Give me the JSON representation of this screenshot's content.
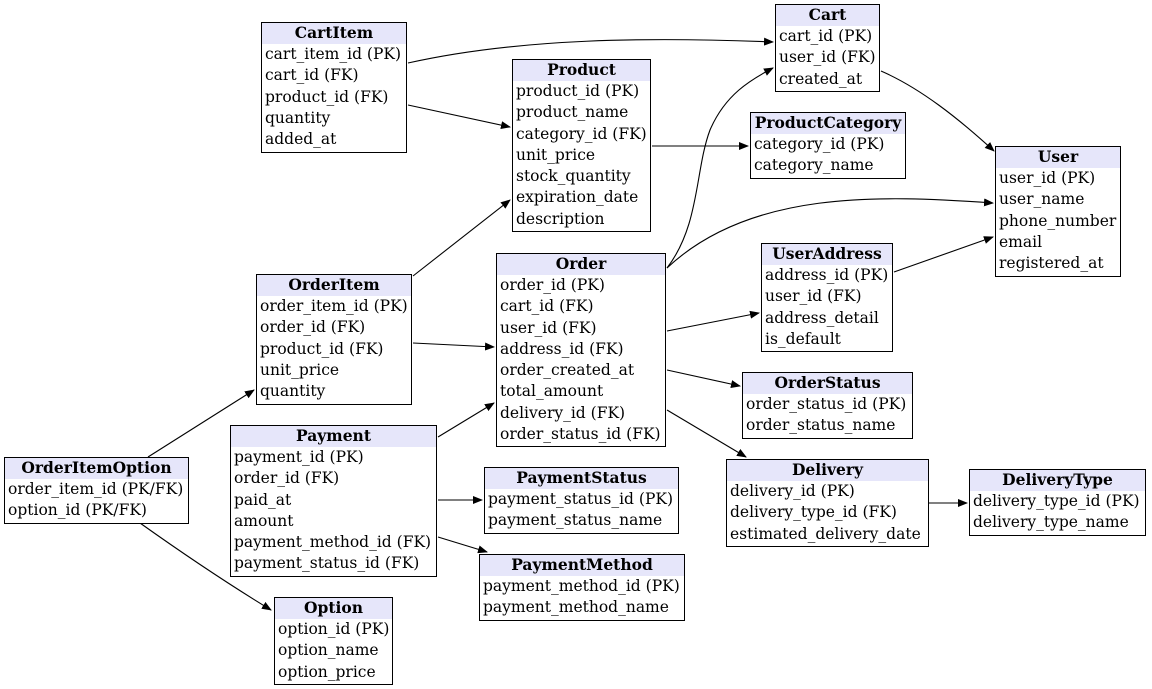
{
  "colors": {
    "header_fill": "#e6e6fa",
    "border": "#000000",
    "edge": "#000000",
    "background": "#ffffff"
  },
  "entities": [
    {
      "id": "CartItem",
      "title": "CartItem",
      "fields": [
        "cart_item_id (PK)",
        "cart_id (FK)",
        "product_id (FK)",
        "quantity",
        "added_at"
      ]
    },
    {
      "id": "Cart",
      "title": "Cart",
      "fields": [
        "cart_id (PK)",
        "user_id (FK)",
        "created_at"
      ]
    },
    {
      "id": "Product",
      "title": "Product",
      "fields": [
        "product_id (PK)",
        "product_name",
        "category_id (FK)",
        "unit_price",
        "stock_quantity",
        "expiration_date",
        "description"
      ]
    },
    {
      "id": "ProductCategory",
      "title": "ProductCategory",
      "fields": [
        "category_id (PK)",
        "category_name"
      ]
    },
    {
      "id": "User",
      "title": "User",
      "fields": [
        "user_id (PK)",
        "user_name",
        "phone_number",
        "email",
        "registered_at"
      ]
    },
    {
      "id": "OrderItem",
      "title": "OrderItem",
      "fields": [
        "order_item_id (PK)",
        "order_id (FK)",
        "product_id (FK)",
        "unit_price",
        "quantity"
      ]
    },
    {
      "id": "Order",
      "title": "Order",
      "fields": [
        "order_id (PK)",
        "cart_id (FK)",
        "user_id (FK)",
        "address_id (FK)",
        "order_created_at",
        "total_amount",
        "delivery_id (FK)",
        "order_status_id (FK)"
      ]
    },
    {
      "id": "UserAddress",
      "title": "UserAddress",
      "fields": [
        "address_id (PK)",
        "user_id (FK)",
        "address_detail",
        "is_default"
      ]
    },
    {
      "id": "OrderStatus",
      "title": "OrderStatus",
      "fields": [
        "order_status_id (PK)",
        "order_status_name"
      ]
    },
    {
      "id": "OrderItemOption",
      "title": "OrderItemOption",
      "fields": [
        "order_item_id (PK/FK)",
        "option_id (PK/FK)"
      ]
    },
    {
      "id": "Payment",
      "title": "Payment",
      "fields": [
        "payment_id (PK)",
        "order_id (FK)",
        "paid_at",
        "amount",
        "payment_method_id (FK)",
        "payment_status_id (FK)"
      ]
    },
    {
      "id": "PaymentStatus",
      "title": "PaymentStatus",
      "fields": [
        "payment_status_id (PK)",
        "payment_status_name"
      ]
    },
    {
      "id": "PaymentMethod",
      "title": "PaymentMethod",
      "fields": [
        "payment_method_id (PK)",
        "payment_method_name"
      ]
    },
    {
      "id": "Delivery",
      "title": "Delivery",
      "fields": [
        "delivery_id (PK)",
        "delivery_type_id (FK)",
        "estimated_delivery_date"
      ]
    },
    {
      "id": "DeliveryType",
      "title": "DeliveryType",
      "fields": [
        "delivery_type_id (PK)",
        "delivery_type_name"
      ]
    },
    {
      "id": "Option",
      "title": "Option",
      "fields": [
        "option_id (PK)",
        "option_name",
        "option_price"
      ]
    }
  ],
  "relationships": [
    {
      "from": "CartItem",
      "to": "Cart"
    },
    {
      "from": "CartItem",
      "to": "Product"
    },
    {
      "from": "Product",
      "to": "ProductCategory"
    },
    {
      "from": "Cart",
      "to": "User"
    },
    {
      "from": "Order",
      "to": "Cart"
    },
    {
      "from": "Order",
      "to": "User"
    },
    {
      "from": "UserAddress",
      "to": "User"
    },
    {
      "from": "OrderItem",
      "to": "Product"
    },
    {
      "from": "OrderItem",
      "to": "Order"
    },
    {
      "from": "Order",
      "to": "UserAddress"
    },
    {
      "from": "Order",
      "to": "OrderStatus"
    },
    {
      "from": "Order",
      "to": "Delivery"
    },
    {
      "from": "Payment",
      "to": "Order"
    },
    {
      "from": "Payment",
      "to": "PaymentStatus"
    },
    {
      "from": "Payment",
      "to": "PaymentMethod"
    },
    {
      "from": "Delivery",
      "to": "DeliveryType"
    },
    {
      "from": "OrderItemOption",
      "to": "OrderItem"
    },
    {
      "from": "OrderItemOption",
      "to": "Option"
    }
  ]
}
